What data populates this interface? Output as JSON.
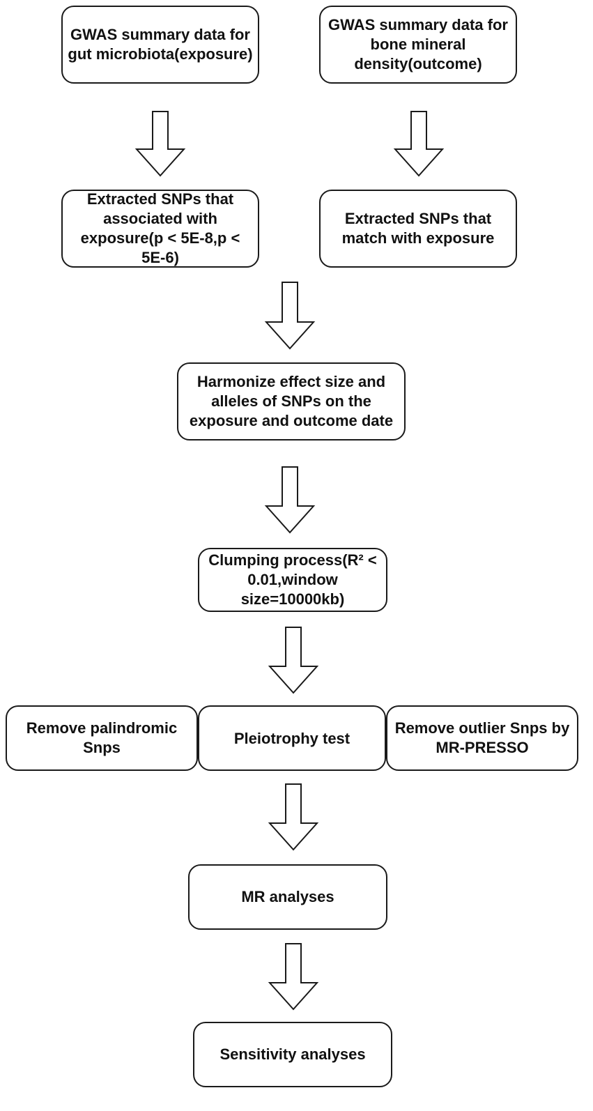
{
  "nodes": {
    "exposure_data": "GWAS summary data for gut microbiota(exposure)",
    "outcome_data": "GWAS summary data for bone mineral density(outcome)",
    "extract_exposure": "Extracted SNPs that associated with exposure(p < 5E-8,p < 5E-6)",
    "extract_outcome": "Extracted SNPs that match with exposure",
    "harmonize": "Harmonize effect size and alleles of SNPs on the exposure and outcome date",
    "clumping": "Clumping process(R² < 0.01,window size=10000kb)",
    "remove_palindromic": "Remove palindromic Snps",
    "pleiotrophy": "Pleiotrophy test",
    "remove_outlier": "Remove outlier Snps by MR-PRESSO",
    "mr_analyses": "MR analyses",
    "sensitivity": "Sensitivity analyses"
  },
  "colors": {
    "stroke": "#1a1a1a",
    "fill": "#ffffff",
    "text": "#111111"
  }
}
